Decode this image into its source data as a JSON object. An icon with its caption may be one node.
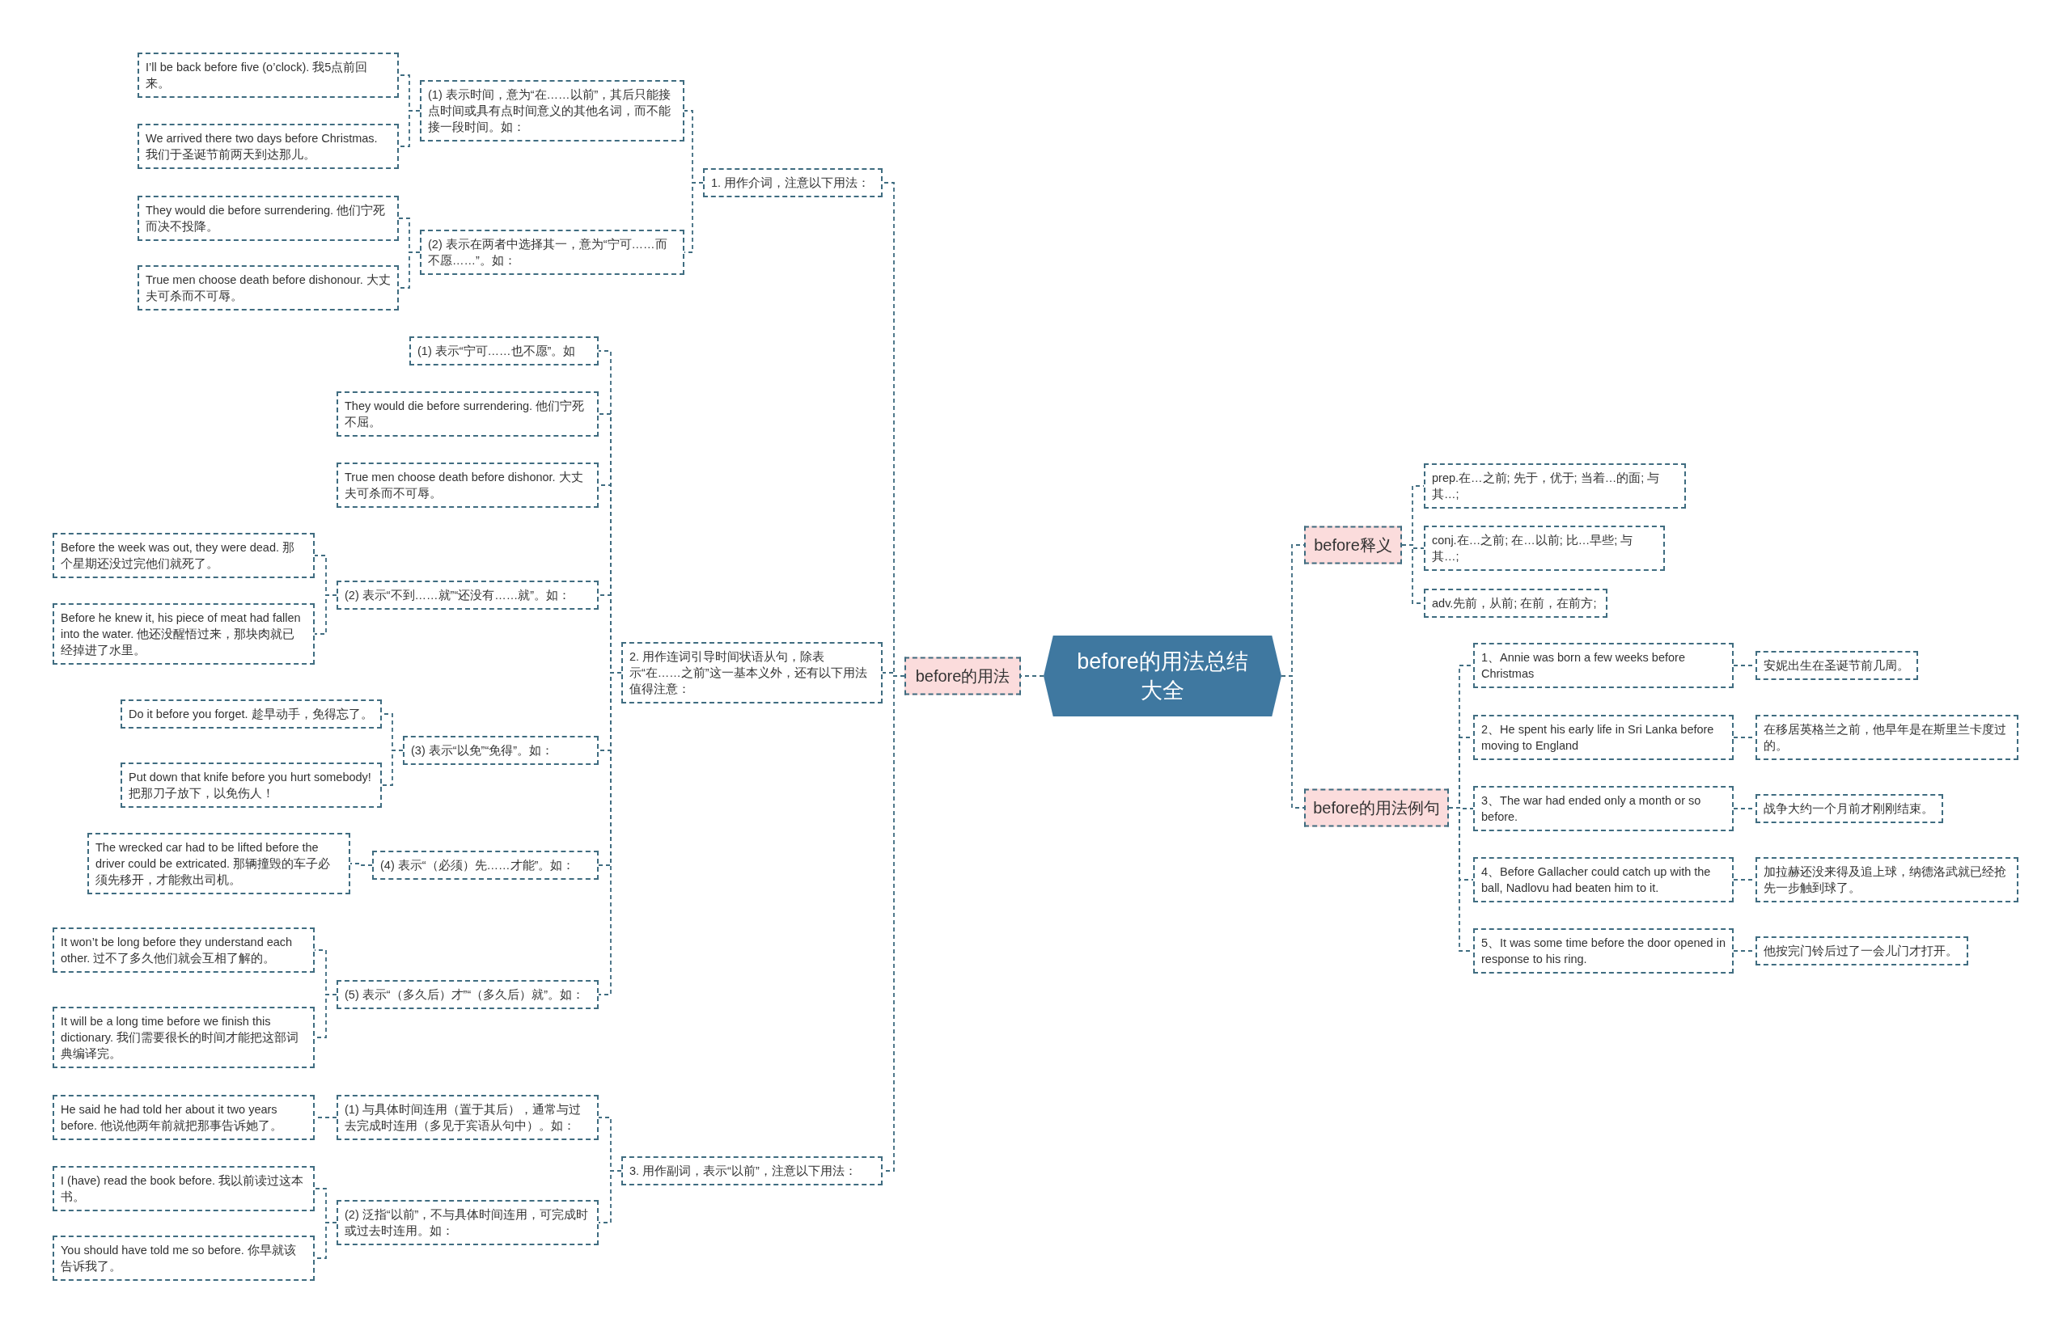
{
  "diagram": {
    "nodes": [
      {
        "text": [
          "before的用法总结大全"
        ]
      },
      {
        "text": [
          "before的用法"
        ]
      },
      {
        "text": [
          "1. 用作介词，注意以下用法："
        ]
      },
      {
        "text": [
          "(1) 表示时间，意为“在……以前”，其后只能接点时间或具有点时间意义的其他名词，而不能接一段时间。如："
        ]
      },
      {
        "text": [
          "I’ll be back before five (o’clock). 我5点前回来。"
        ]
      },
      {
        "text": [
          "We arrived there two days before Christmas. 我们于圣诞节前两天到达那儿。"
        ]
      },
      {
        "text": [
          "(2) 表示在两者中选择其一，意为“宁可……而不愿……”。如："
        ]
      },
      {
        "text": [
          "They would die before surrendering. 他们宁死而决不投降。"
        ]
      },
      {
        "text": [
          "True men choose death before dishonour. 大丈夫可杀而不可辱。"
        ]
      },
      {
        "text": [
          "2. 用作连词引导时间状语从句，除表示“在……之前”这一基本义外，还有以下用法值得注意："
        ]
      },
      {
        "text": [
          "(1) 表示“宁可……也不愿”。如"
        ]
      },
      {
        "text": [
          "They would die before surrendering. 他们宁死不屈。"
        ]
      },
      {
        "text": [
          "True men choose death before dishonor. 大丈夫可杀而不可辱。"
        ]
      },
      {
        "text": [
          "(2) 表示“不到……就”“还没有……就”。如："
        ]
      },
      {
        "text": [
          "Before the week was out, they were dead. 那个星期还没过完他们就死了。"
        ]
      },
      {
        "text": [
          "Before he knew it, his piece of meat had fallen into the water. 他还没醒悟过来，那块肉就已经掉进了水里。"
        ]
      },
      {
        "text": [
          "(3) 表示“以免”“免得”。如："
        ]
      },
      {
        "text": [
          "Do it before you forget. 趁早动手，免得忘了。"
        ]
      },
      {
        "text": [
          "Put down that knife before you hurt somebody! 把那刀子放下，以免伤人！"
        ]
      },
      {
        "text": [
          "(4) 表示“（必须）先……才能”。如："
        ]
      },
      {
        "text": [
          "The wrecked car had to be lifted before the driver could be extricated. 那辆撞毁的车子必须先移开，才能救出司机。"
        ]
      },
      {
        "text": [
          "(5) 表示“（多久后）才”“（多久后）就”。如："
        ]
      },
      {
        "text": [
          "It won’t be long before they understand each other. 过不了多久他们就会互相了解的。"
        ]
      },
      {
        "text": [
          "It will be a long time before we finish this dictionary. 我们需要很长的时间才能把这部词典编译完。"
        ]
      },
      {
        "text": [
          "3. 用作副词，表示“以前”，注意以下用法："
        ]
      },
      {
        "text": [
          "(1) 与具体时间连用（置于其后），通常与过去完成时连用（多见于宾语从句中）。如："
        ]
      },
      {
        "text": [
          "He said he had told her about it two years before. 他说他两年前就把那事告诉她了。"
        ]
      },
      {
        "text": [
          "(2) 泛指“以前”，不与具体时间连用，可完成时或过去时连用。如："
        ]
      },
      {
        "text": [
          "I (have) read the book before. 我以前读过这本书。"
        ]
      },
      {
        "text": [
          "You should have told me so before. 你早就该告诉我了。"
        ]
      },
      {
        "text": [
          "before释义"
        ]
      },
      {
        "text": [
          "prep.在…之前; 先于，优于; 当着…的面; 与其…;"
        ]
      },
      {
        "text": [
          "conj.在…之前; 在…以前; 比…早些; 与其…;"
        ]
      },
      {
        "text": [
          "adv.先前，从前; 在前，在前方;"
        ]
      },
      {
        "text": [
          "before的用法例句"
        ]
      },
      {
        "text": [
          "1、Annie was born a few weeks before Christmas"
        ]
      },
      {
        "text": [
          "安妮出生在圣诞节前几周。"
        ]
      },
      {
        "text": [
          "2、He spent his early life in Sri Lanka before moving to England"
        ]
      },
      {
        "text": [
          "在移居英格兰之前，他早年是在斯里兰卡度过的。"
        ]
      },
      {
        "text": [
          "3、The war had ended only a month or so before."
        ]
      },
      {
        "text": [
          "战争大约一个月前才刚刚结束。"
        ]
      },
      {
        "text": [
          "4、Before Gallacher could catch up with the ball, Nadlovu had beaten him to it."
        ]
      },
      {
        "text": [
          "加拉赫还没来得及追上球，纳德洛武就已经抢先一步触到球了。"
        ]
      },
      {
        "text": [
          "5、It was some time before the door opened in response to his ring."
        ]
      },
      {
        "text": [
          "他按完门铃后过了一会儿门才打开。"
        ]
      }
    ],
    "edges": [
      {
        "from": 0,
        "to": 1,
        "arrow": "none"
      },
      {
        "from": 1,
        "to": 2,
        "arrow": "none"
      },
      {
        "from": 2,
        "to": 3,
        "arrow": "none"
      },
      {
        "from": 3,
        "to": 4,
        "arrow": "none"
      },
      {
        "from": 3,
        "to": 5,
        "arrow": "none"
      },
      {
        "from": 2,
        "to": 6,
        "arrow": "none"
      },
      {
        "from": 6,
        "to": 7,
        "arrow": "none"
      },
      {
        "from": 6,
        "to": 8,
        "arrow": "none"
      },
      {
        "from": 1,
        "to": 9,
        "arrow": "none"
      },
      {
        "from": 9,
        "to": 10,
        "arrow": "none"
      },
      {
        "from": 9,
        "to": 11,
        "arrow": "none"
      },
      {
        "from": 9,
        "to": 12,
        "arrow": "none"
      },
      {
        "from": 9,
        "to": 13,
        "arrow": "none"
      },
      {
        "from": 13,
        "to": 14,
        "arrow": "none"
      },
      {
        "from": 13,
        "to": 15,
        "arrow": "none"
      },
      {
        "from": 9,
        "to": 16,
        "arrow": "none"
      },
      {
        "from": 16,
        "to": 17,
        "arrow": "none"
      },
      {
        "from": 16,
        "to": 18,
        "arrow": "none"
      },
      {
        "from": 9,
        "to": 19,
        "arrow": "none"
      },
      {
        "from": 19,
        "to": 20,
        "arrow": "none"
      },
      {
        "from": 9,
        "to": 21,
        "arrow": "none"
      },
      {
        "from": 21,
        "to": 22,
        "arrow": "none"
      },
      {
        "from": 21,
        "to": 23,
        "arrow": "none"
      },
      {
        "from": 1,
        "to": 24,
        "arrow": "none"
      },
      {
        "from": 24,
        "to": 25,
        "arrow": "none"
      },
      {
        "from": 25,
        "to": 26,
        "arrow": "none"
      },
      {
        "from": 24,
        "to": 27,
        "arrow": "none"
      },
      {
        "from": 27,
        "to": 28,
        "arrow": "none"
      },
      {
        "from": 27,
        "to": 29,
        "arrow": "none"
      },
      {
        "from": 0,
        "to": 30,
        "arrow": "none"
      },
      {
        "from": 30,
        "to": 31,
        "arrow": "none"
      },
      {
        "from": 30,
        "to": 32,
        "arrow": "none"
      },
      {
        "from": 30,
        "to": 33,
        "arrow": "none"
      },
      {
        "from": 0,
        "to": 34,
        "arrow": "none"
      },
      {
        "from": 34,
        "to": 35,
        "arrow": "none"
      },
      {
        "from": 35,
        "to": 36,
        "arrow": "none"
      },
      {
        "from": 34,
        "to": 37,
        "arrow": "none"
      },
      {
        "from": 37,
        "to": 38,
        "arrow": "none"
      },
      {
        "from": 34,
        "to": 39,
        "arrow": "none"
      },
      {
        "from": 39,
        "to": 40,
        "arrow": "none"
      },
      {
        "from": 34,
        "to": 41,
        "arrow": "none"
      },
      {
        "from": 41,
        "to": 42,
        "arrow": "none"
      },
      {
        "from": 34,
        "to": 43,
        "arrow": "none"
      },
      {
        "from": 43,
        "to": 44,
        "arrow": "none"
      }
    ]
  }
}
